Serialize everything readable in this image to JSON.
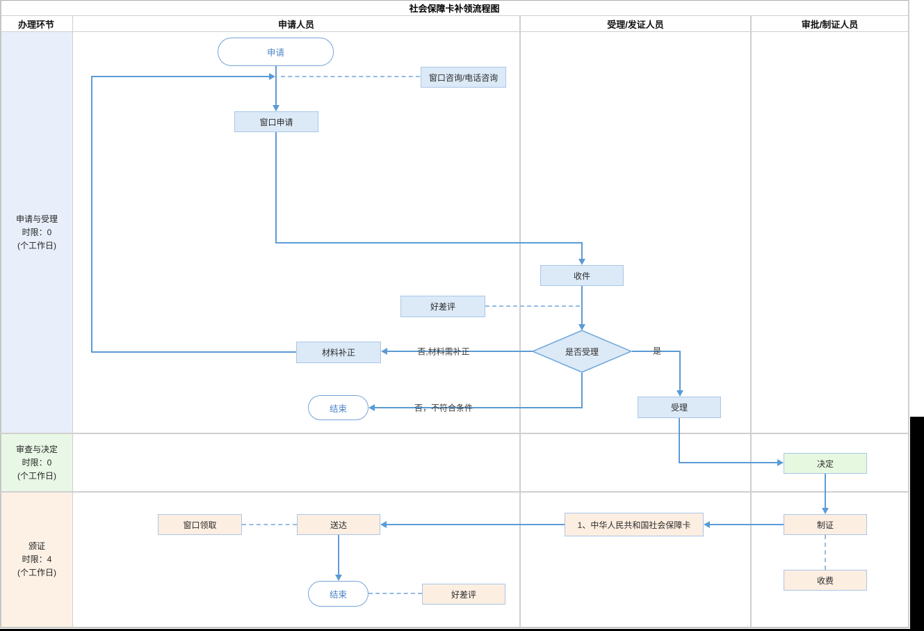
{
  "title": "社会保障卡补领流程图",
  "columns": [
    "办理环节",
    "申请人员",
    "受理/发证人员",
    "审批/制证人员"
  ],
  "lanes": [
    {
      "name": "申请与受理",
      "line2": "时限：0",
      "line3": "(个工作日)"
    },
    {
      "name": "审查与决定",
      "line2": "时限：0",
      "line3": "(个工作日)"
    },
    {
      "name": "颁证",
      "line2": "时限：4",
      "line3": "(个工作日)"
    }
  ],
  "nodes": {
    "apply": "申请",
    "consult": "窗口咨询/电话咨询",
    "window_apply": "窗口申请",
    "receive": "收件",
    "review1": "好差评",
    "decision": "是否受理",
    "material_fix": "材料补正",
    "end1": "结束",
    "accept": "受理",
    "decide": "决定",
    "make_card": "制证",
    "charge": "收费",
    "card": "1、中华人民共和国社会保障卡",
    "deliver": "送达",
    "window_pickup": "窗口领取",
    "end2": "结束",
    "review2": "好差评"
  },
  "edge_labels": {
    "no_fix": "否,材料需补正",
    "no_reject": "否，不符合条件",
    "yes": "是"
  },
  "colors": {
    "line_blue": "#5b9bd5",
    "blue_fill": "#dce9f7",
    "green_fill": "#e7f8e1",
    "orange_fill": "#fceee1",
    "lane_blue": "#e9effa",
    "lane_green": "#e9f8e6",
    "lane_orange": "#fdf1e5"
  }
}
